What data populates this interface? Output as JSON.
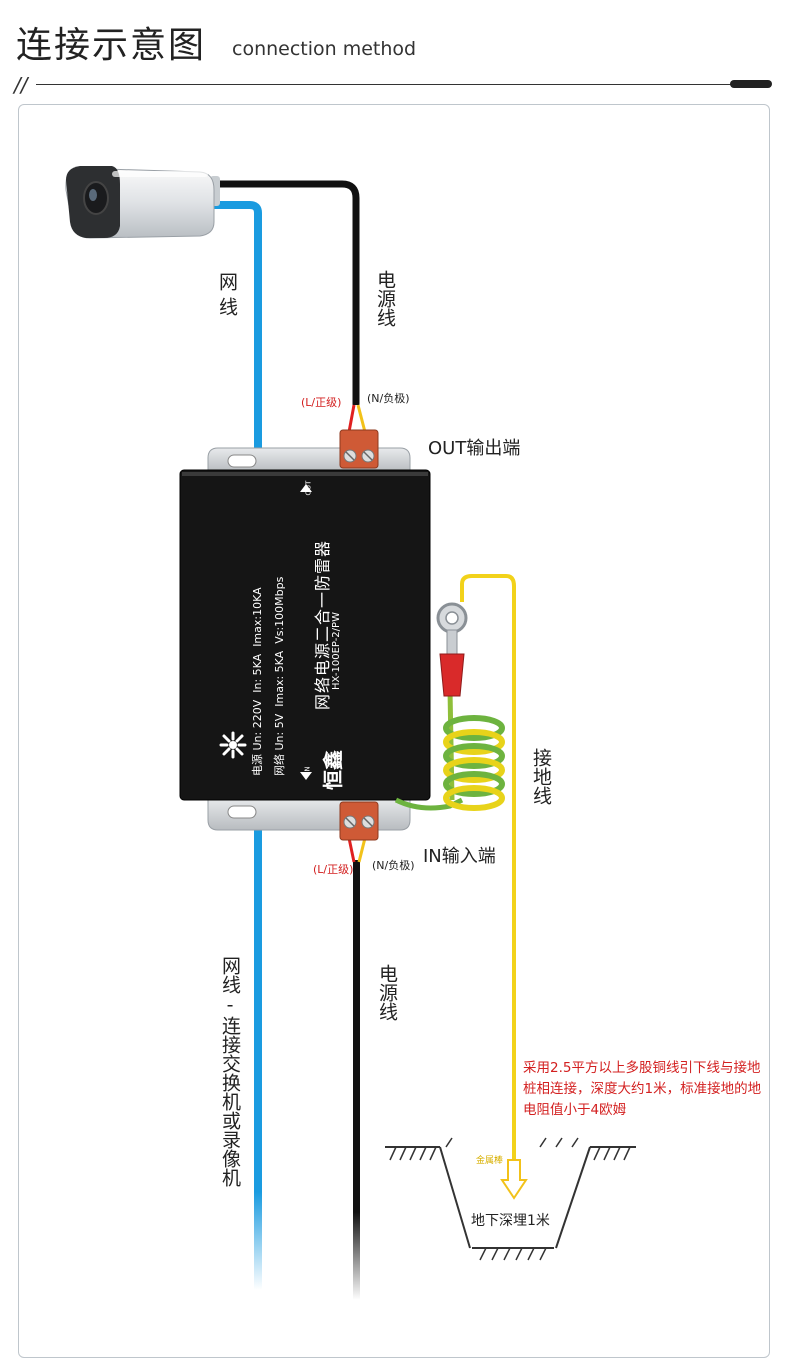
{
  "header": {
    "title_cn": "连接示意图",
    "title_en": "connection method",
    "rule_mark": "//"
  },
  "labels": {
    "network_cable_top": "网线",
    "power_cable_top": "电源线",
    "l_positive_top": "(L/正级)",
    "n_negative_top": "(N/负极)",
    "out_port": "OUT输出端",
    "in_port": "IN输入端",
    "l_positive_bottom": "(L/正级)",
    "n_negative_bottom": "(N/负极)",
    "ground_cable": "接地线",
    "power_cable_bottom": "电源线",
    "network_cable_bottom": "网线-连接交换机或录像机",
    "metal_rod": "金属棒",
    "underground": "地下深埋1米",
    "note": "采用2.5平方以上多股铜线引下线与接地桩相连接，深度大约1米，标准接地的地电阻值小于4欧姆"
  },
  "device": {
    "brand": "恒鑫",
    "name": "网络电源二合一防雷器",
    "model": "HX-100EP-2/PW",
    "row_power": "电源 Un: 220V  In: 5KA  Imax:10KA",
    "row_network": "网络 Un: 5V  Imax: 5KA  Vs:100Mbps",
    "out_mark": "OUT",
    "in_mark": "IN"
  },
  "colors": {
    "network_cable": "#1a9be0",
    "power_cable": "#111111",
    "ground_cable": "#f2d21a",
    "device_body": "#151515",
    "terminal": "#cf5a36",
    "note_text": "#d32020"
  }
}
